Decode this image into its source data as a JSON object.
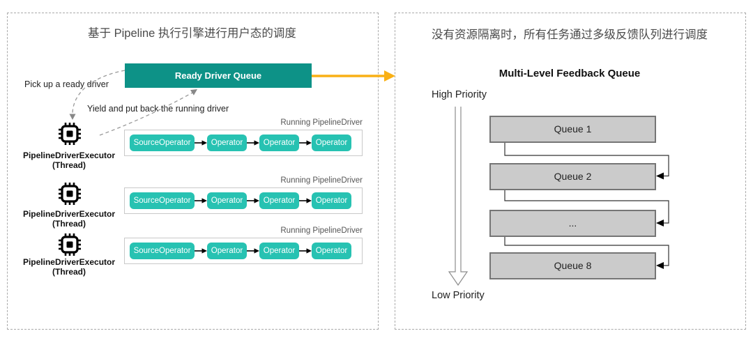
{
  "colors": {
    "teal_dark": "#0D9287",
    "teal_light": "#27C2B2",
    "orange_arrow": "#F9B015",
    "queue_fill": "#CBCBCB",
    "queue_border": "#757575",
    "panel_border": "#A9A9A9"
  },
  "left_panel": {
    "title": "基于 Pipeline 执行引擎进行用户态的调度",
    "ready_queue_label": "Ready Driver Queue",
    "annotations": {
      "pick_up": "Pick up a ready driver",
      "yield": "Yield and put back the running driver"
    },
    "executor": {
      "line1": "PipelineDriverExecutor",
      "line2": "(Thread)"
    },
    "rows": [
      {
        "label": "Running PipelineDriver",
        "operators": [
          "SourceOperator",
          "Operator",
          "Operator",
          "Operator"
        ]
      },
      {
        "label": "Running PipelineDriver",
        "operators": [
          "SourceOperator",
          "Operator",
          "Operator",
          "Operator"
        ]
      },
      {
        "label": "Running PipelineDriver",
        "operators": [
          "SourceOperator",
          "Operator",
          "Operator",
          "Operator"
        ]
      }
    ]
  },
  "right_panel": {
    "title": "没有资源隔离时，所有任务通过多级反馈队列进行调度",
    "subtitle": "Multi-Level Feedback Queue",
    "high_priority": "High Priority",
    "low_priority": "Low Priority",
    "queues": [
      "Queue 1",
      "Queue 2",
      "...",
      "Queue 8"
    ]
  }
}
